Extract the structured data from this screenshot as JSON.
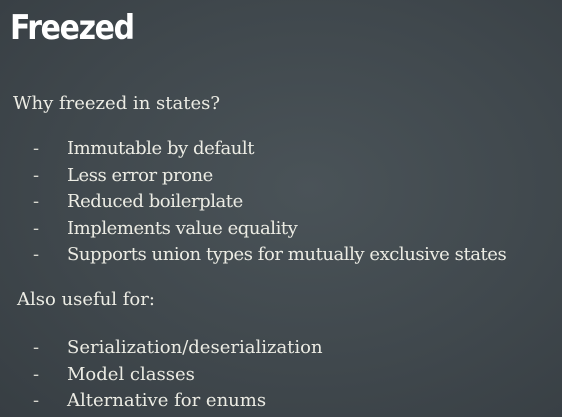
{
  "slide": {
    "title": "Freezed",
    "question": "Why freezed in states?",
    "reasons": [
      "Immutable by default",
      "Less error prone",
      "Reduced boilerplate",
      "Implements value equality",
      "Supports union types for mutually exclusive states"
    ],
    "also_heading": "Also useful for:",
    "uses": [
      "Serialization/deserialization",
      "Model classes",
      "Alternative for enums"
    ],
    "bullet": "-"
  },
  "colors": {
    "background": "#40484d",
    "title": "#ffffff",
    "text": "#ecece4"
  }
}
